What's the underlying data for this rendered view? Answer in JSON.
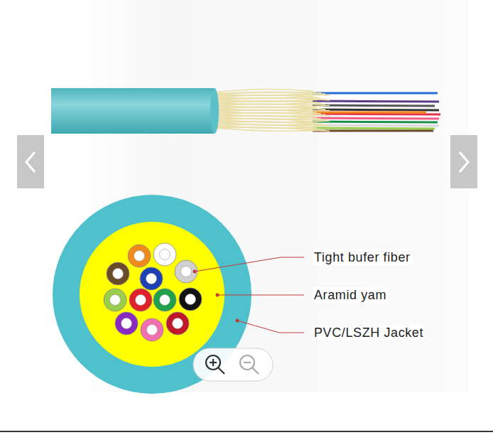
{
  "diagram": {
    "labels": [
      "Tight bufer fiber",
      "Aramid yam",
      "PVC/LSZH Jacket"
    ]
  }
}
